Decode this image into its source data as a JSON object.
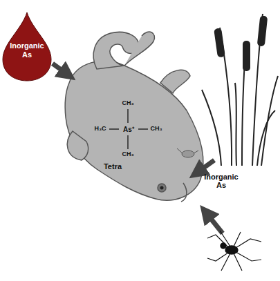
{
  "diagram": {
    "nodes": [
      {
        "text": [
          "Inorganic As"
        ]
      }
    ],
    "labels": [
      "CH₃",
      "H₃C",
      "As⁺",
      "CH₃",
      "CH₃",
      "Tetra",
      "Inorganic As"
    ]
  }
}
